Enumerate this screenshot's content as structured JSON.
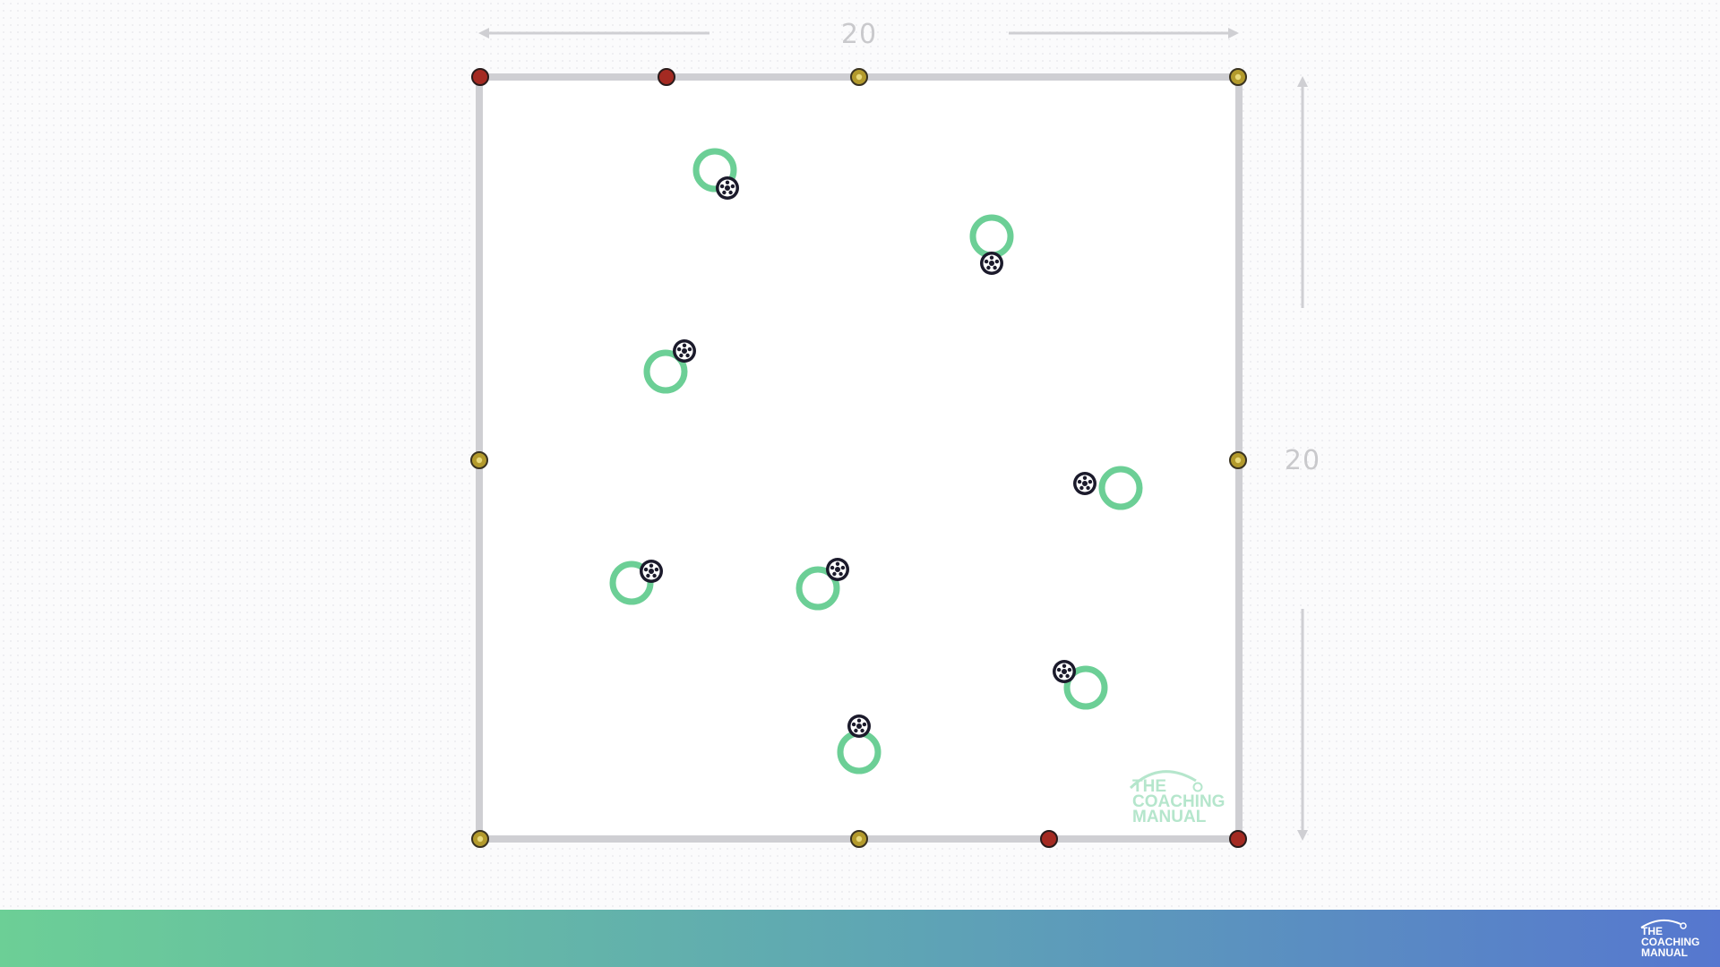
{
  "dimensions": {
    "width_label": "20",
    "height_label": "20"
  },
  "colors": {
    "pitch_line": "#cfcfd3",
    "cone_red": "#a42a22",
    "cone_yellow": "#b39a2c",
    "player_ring": "#6ccf96",
    "ball": "#1b1a2b",
    "dimension_arrow": "#cfcfd3"
  },
  "brand": {
    "line1": "THE",
    "line2": "COACHING",
    "line3": "MANUAL"
  },
  "cones": [
    {
      "color": "red",
      "position": "top-left corner"
    },
    {
      "color": "red",
      "position": "top edge"
    },
    {
      "color": "yellow",
      "position": "top edge middle"
    },
    {
      "color": "yellow",
      "position": "top-right corner"
    },
    {
      "color": "yellow",
      "position": "left edge middle"
    },
    {
      "color": "yellow",
      "position": "right edge middle"
    },
    {
      "color": "yellow",
      "position": "bottom-left corner"
    },
    {
      "color": "yellow",
      "position": "bottom edge middle"
    },
    {
      "color": "red",
      "position": "bottom edge"
    },
    {
      "color": "red",
      "position": "bottom-right corner"
    }
  ],
  "player_count": 8
}
